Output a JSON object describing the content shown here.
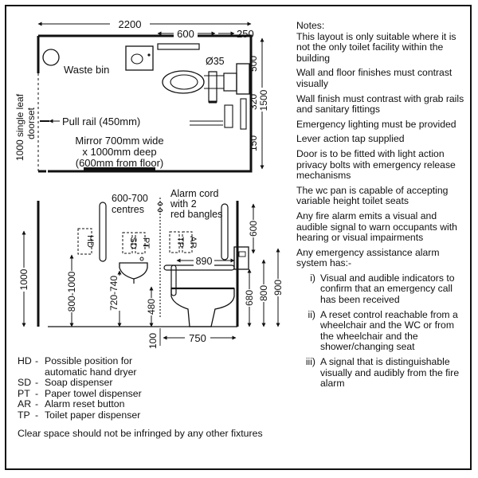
{
  "notes": {
    "title": "Notes:",
    "items": [
      "This layout is only suitable where it is not the only toilet facility within the building",
      "Wall and floor finishes must contrast visually",
      "Wall finish must contrast with grab rails and sanitary fittings",
      "Emergency lighting must be provided",
      "Lever action tap supplied",
      "Door is to be fitted with light action privacy bolts with emergency release mechanisms",
      "The wc pan is capable of accepting variable height toilet seats",
      "Any fire alarm emits a visual and audible signal to warn occupants with hearing or visual impairments",
      "Any emergency assistance alarm system has:-"
    ],
    "sub_items": [
      {
        "num": "i)",
        "text": "Visual and audible indicators to confirm that an emergency call has been received"
      },
      {
        "num": "ii)",
        "text": "A reset control reachable from a wheelchair and the WC or from the wheelchair and the shower/changing seat"
      },
      {
        "num": "iii)",
        "text": "A signal that is distinguishable visually and audibly from the fire alarm"
      }
    ]
  },
  "plan": {
    "dim_width": "2200",
    "dim_600": "600",
    "dim_250": "250",
    "dim_500": "500",
    "dim_320": "320",
    "dim_150": "150",
    "dim_1500": "1500",
    "dim_35": "Ø35",
    "door_label_1": "1000 single leaf",
    "door_label_2": "doorset",
    "waste_bin": "Waste bin",
    "pull_rail": "Pull rail (450mm)",
    "mirror_1": "Mirror 700mm wide",
    "mirror_2": "x 1000mm deep",
    "mirror_3": "(600mm from floor)"
  },
  "elevation": {
    "centres_1": "600-700",
    "centres_2": "centres",
    "alarm_1": "Alarm cord",
    "alarm_2": "with 2",
    "alarm_3": "red bangles",
    "hd": "HD",
    "sd": "SD",
    "pt": "PT",
    "tp": "TP",
    "ar": "AR",
    "dim_890": "890",
    "dim_1000": "1000",
    "dim_800_1000": "800-1000",
    "dim_720_740": "720-740",
    "dim_480": "480",
    "dim_600": "600",
    "dim_680": "680",
    "dim_800": "800",
    "dim_900": "900",
    "dim_100": "100",
    "dim_750": "750"
  },
  "legend": [
    {
      "code": "HD",
      "desc": "Possible position for"
    },
    {
      "code": "",
      "desc": "automatic hand dryer"
    },
    {
      "code": "SD",
      "desc": "Soap dispenser"
    },
    {
      "code": "PT",
      "desc": "Paper towel dispenser"
    },
    {
      "code": "AR",
      "desc": "Alarm reset button"
    },
    {
      "code": "TP",
      "desc": "Toilet paper dispenser"
    }
  ],
  "clear_space": "Clear space should not be infringed by any other fixtures"
}
